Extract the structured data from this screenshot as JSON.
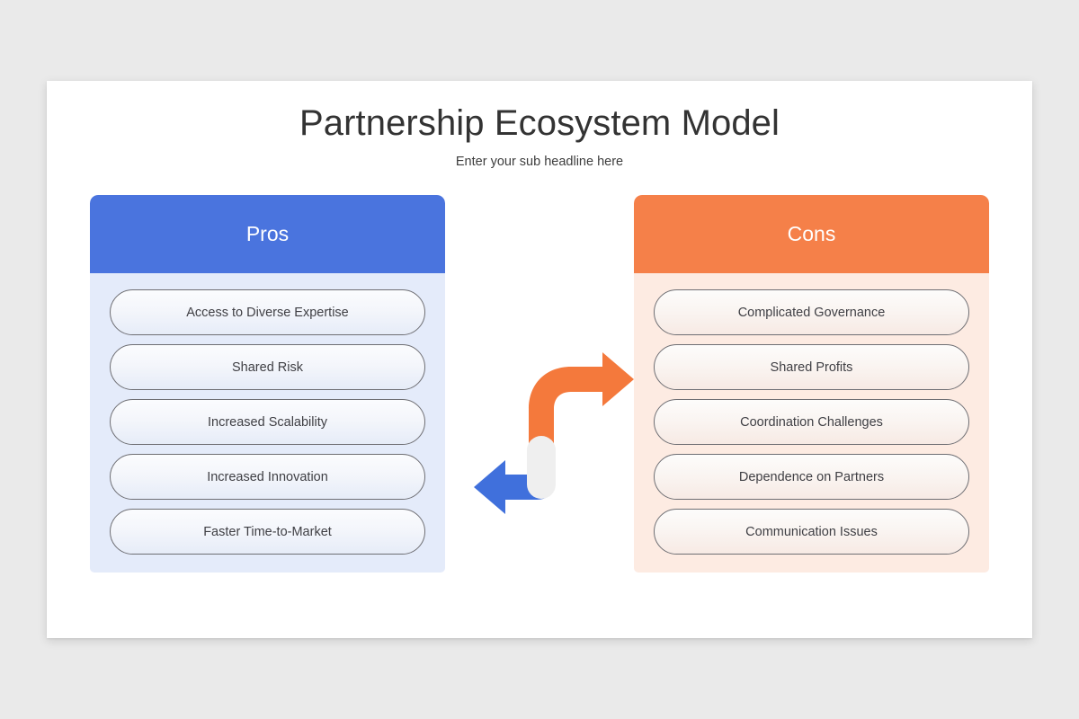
{
  "slide": {
    "title": "Partnership Ecosystem Model",
    "subtitle": "Enter your sub headline here",
    "background_color": "#eaeaea",
    "card_color": "#ffffff"
  },
  "columns": [
    {
      "id": "pros",
      "header_label": "Pros",
      "header_color": "#4a74de",
      "panel_color": "#e4ebfa",
      "items": [
        "Access to Diverse Expertise",
        "Shared Risk",
        "Increased Scalability",
        "Increased Innovation",
        "Faster Time-to-Market"
      ]
    },
    {
      "id": "cons",
      "header_label": "Cons",
      "header_color": "#f58049",
      "panel_color": "#fdebe2",
      "items": [
        "Complicated Governance",
        "Shared Profits",
        "Coordination Challenges",
        "Dependence on Partners",
        "Communication Issues"
      ]
    }
  ],
  "center_graphic": {
    "name": "bidirectional-s-arrow",
    "upper_arrow": {
      "direction": "right",
      "color": "#f4793c"
    },
    "lower_arrow": {
      "direction": "left",
      "color": "#4070dc"
    },
    "connector": {
      "shape": "rounded-pill",
      "color": "#efefef"
    }
  }
}
